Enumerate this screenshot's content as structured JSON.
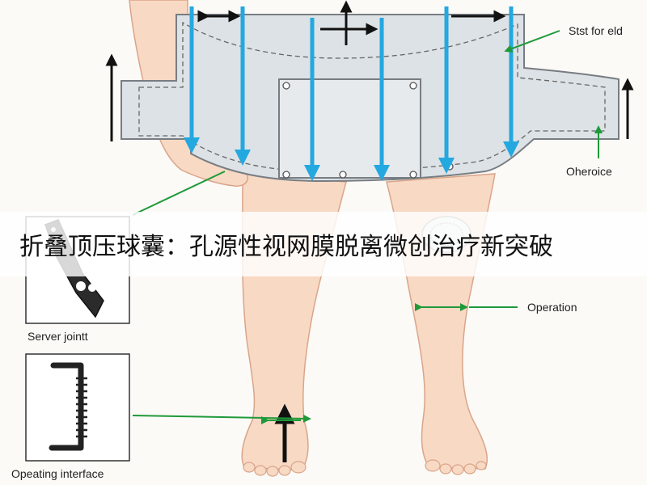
{
  "title": "折叠顶压球囊：孔源性视网膜脱离微创治疗新突破",
  "labels": {
    "top_right": "Stst for eld",
    "right_mid": "Oheroice",
    "operation": "Operation",
    "inset1": "Server jointt",
    "inset2": "Opeating interface"
  },
  "colors": {
    "skin": "#f8d9c4",
    "skin_outline": "#d9a58a",
    "pad_fill": "#dde2e6",
    "pad_outline": "#777d82",
    "blue_arrow": "#24a8e0",
    "green_line": "#1f9a3a",
    "black": "#111111"
  },
  "icons": [
    "down-arrow-icon",
    "up-arrow-icon",
    "double-arrow-icon",
    "cross-arrow-icon"
  ]
}
